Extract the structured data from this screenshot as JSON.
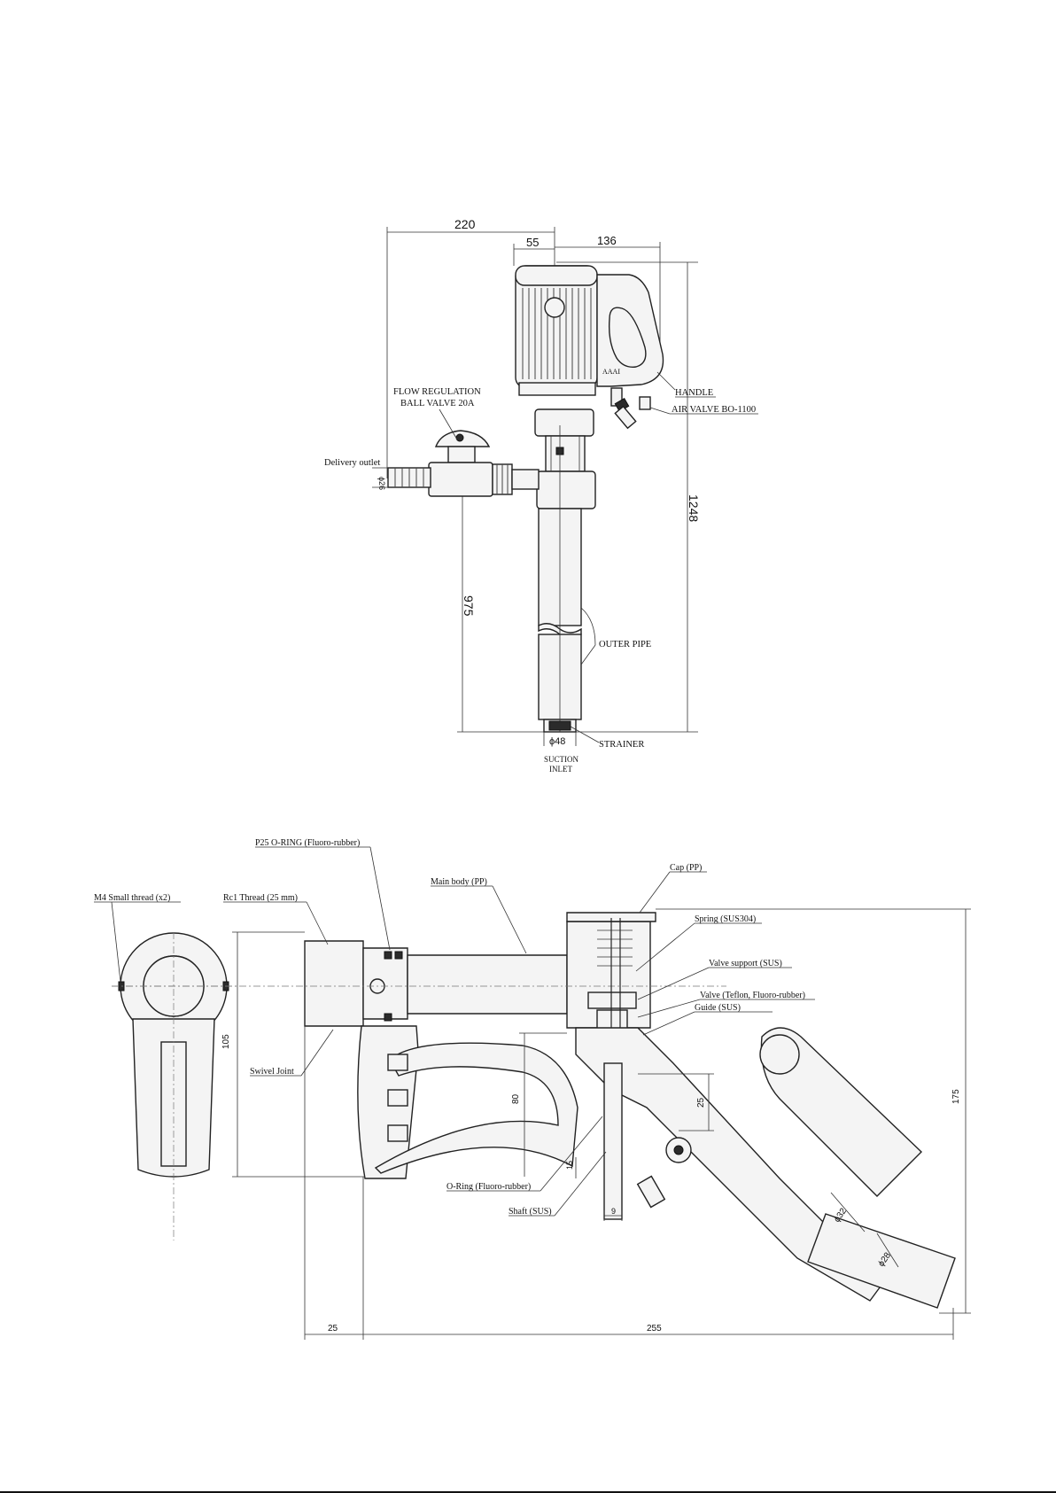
{
  "pump": {
    "dims": {
      "d220": "220",
      "d55": "55",
      "d136": "136",
      "d1248": "1248",
      "d975": "975",
      "d48": "ϕ48",
      "d26": "ϕ26"
    },
    "labels": {
      "flow_valve_1": "FLOW REGULATION",
      "flow_valve_2": "BALL VALVE 20A",
      "delivery": "Delivery outlet",
      "handle": "HANDLE",
      "air_valve": "AIR VALVE BO-1100",
      "outer_pipe": "OUTER PIPE",
      "strainer": "STRAINER",
      "suction_1": "SUCTION",
      "suction_2": "INLET"
    }
  },
  "nozzle": {
    "labels": {
      "p25": "P25 O-RING (Fluoro-rubber)",
      "cap": "Cap (PP)",
      "m4": "M4 Small thread (x2)",
      "rc1": "Rc1 Thread (25 mm)",
      "main_body": "Main body (PP)",
      "spring": "Spring (SUS304)",
      "valve_support": "Valve support (SUS)",
      "valve": "Valve (Teflon, Fluoro-rubber)",
      "guide": "Guide (SUS)",
      "swivel": "Swivel Joint",
      "oring": "O-Ring (Fluoro-rubber)",
      "shaft": "Shaft (SUS)"
    },
    "dims": {
      "d105": "105",
      "d175": "175",
      "d25": "25",
      "d255": "255",
      "d80": "80",
      "d25b": "25",
      "d15": "15",
      "d9": "9",
      "d32": "ϕ32",
      "d28": "ϕ28"
    }
  }
}
